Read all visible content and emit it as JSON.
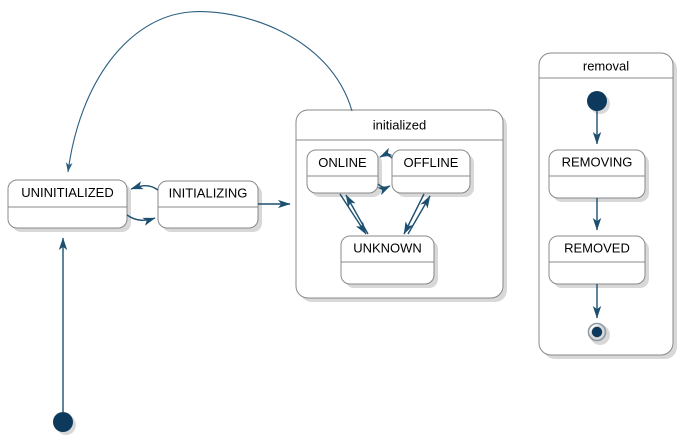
{
  "diagram": {
    "type": "uml-state-machine",
    "title": "",
    "colors": {
      "node_fill": "#ffffff",
      "node_border": "#888888",
      "edge": "#1d4f70",
      "initial_state": "#0d3a5c",
      "text": "#000000",
      "background": "#ffffff"
    }
  },
  "states": {
    "uninitialized": {
      "label": "UNINITIALIZED"
    },
    "initializing": {
      "label": "INITIALIZING"
    },
    "online": {
      "label": "ONLINE"
    },
    "offline": {
      "label": "OFFLINE"
    },
    "unknown": {
      "label": "UNKNOWN"
    },
    "removing": {
      "label": "REMOVING"
    },
    "removed": {
      "label": "REMOVED"
    }
  },
  "regions": {
    "initialized": {
      "label": "initialized"
    },
    "removal": {
      "label": "removal"
    }
  },
  "pseudostates": {
    "start_main": {
      "name": "initial-state"
    },
    "start_removal": {
      "name": "initial-state"
    },
    "end_removal": {
      "name": "final-state"
    }
  },
  "transitions": [
    {
      "from": "start_main",
      "to": "uninitialized",
      "label": ""
    },
    {
      "from": "uninitialized",
      "to": "initializing",
      "label": ""
    },
    {
      "from": "initializing",
      "to": "uninitialized",
      "label": ""
    },
    {
      "from": "initializing",
      "to": "initialized",
      "label": ""
    },
    {
      "from": "initialized",
      "to": "uninitialized",
      "label": ""
    },
    {
      "from": "offline",
      "to": "online",
      "label": ""
    },
    {
      "from": "online",
      "to": "offline",
      "label": ""
    },
    {
      "from": "online",
      "to": "unknown",
      "label": ""
    },
    {
      "from": "unknown",
      "to": "online",
      "label": ""
    },
    {
      "from": "offline",
      "to": "unknown",
      "label": ""
    },
    {
      "from": "unknown",
      "to": "offline",
      "label": ""
    },
    {
      "from": "start_removal",
      "to": "removing",
      "label": ""
    },
    {
      "from": "removing",
      "to": "removed",
      "label": ""
    },
    {
      "from": "removed",
      "to": "end_removal",
      "label": ""
    }
  ]
}
